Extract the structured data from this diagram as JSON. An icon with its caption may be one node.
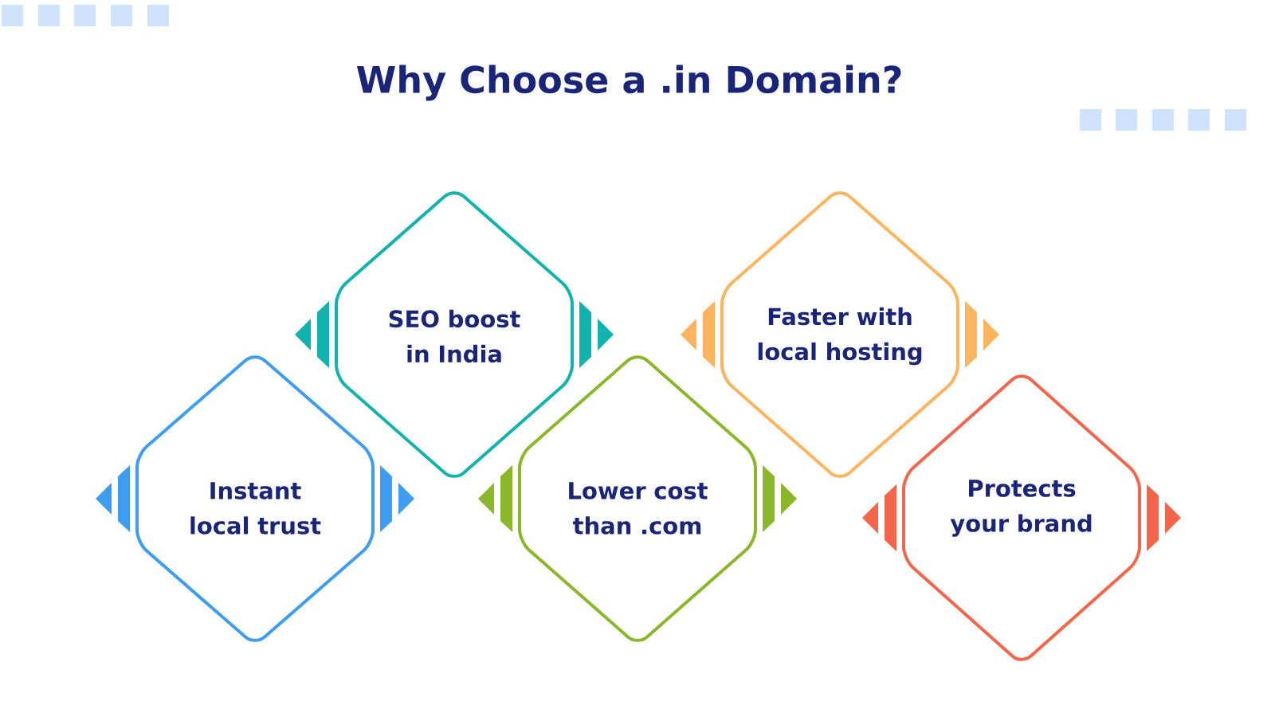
{
  "diagram": {
    "title": "Why Choose a .in Domain?",
    "nodes": [
      {
        "text": [
          "Instant local trust"
        ]
      },
      {
        "text": [
          "SEO boost in India"
        ]
      },
      {
        "text": [
          "Lower cost than .com"
        ]
      },
      {
        "text": [
          "Faster with local hosting"
        ]
      },
      {
        "text": [
          "Protects your brand"
        ]
      }
    ]
  }
}
